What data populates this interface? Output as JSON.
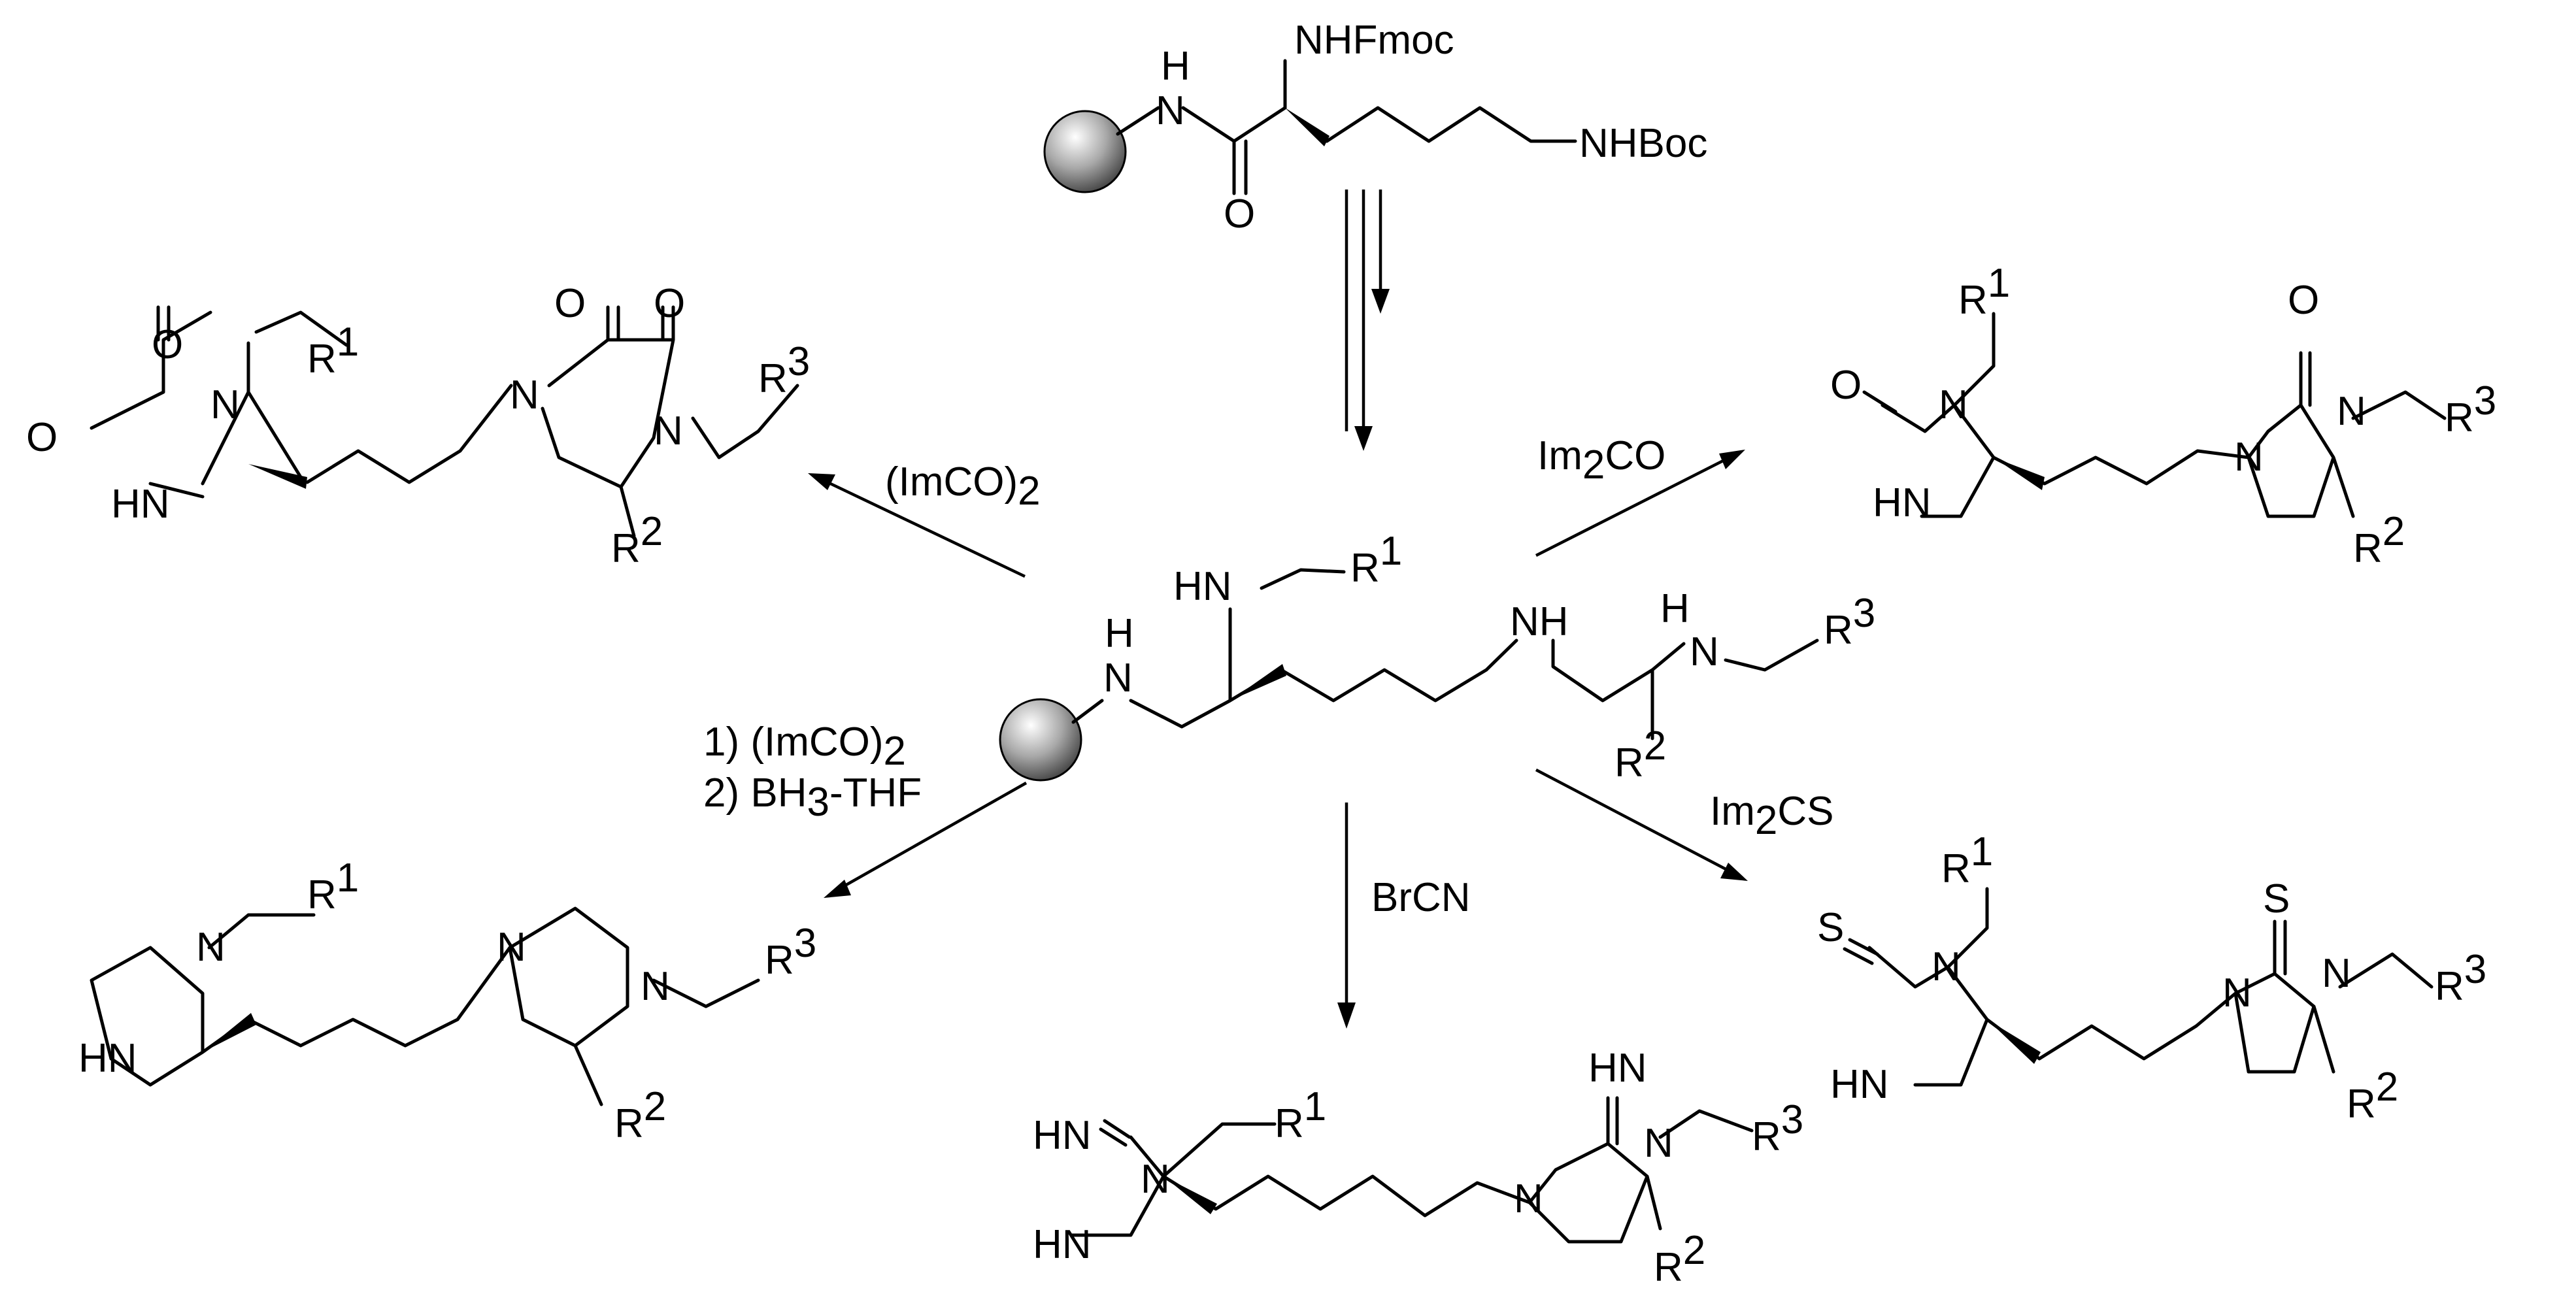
{
  "colors": {
    "ink": "#000000",
    "bead_light": "#ffffff",
    "bead_dark": "#4a4a4a",
    "background": "#ffffff"
  },
  "icons": {
    "resin": "resin-bead-icon"
  },
  "start": {
    "nh": "H",
    "nhfmoc": "NHFmoc",
    "nhboc": "NHBoc",
    "o": "O"
  },
  "center": {
    "nh_resin": "H",
    "n_resin": "N",
    "hn1": "HN",
    "r1": "R",
    "r1_sup": "1",
    "nh_mid": "NH",
    "nh2_h": "H",
    "nh2_n": "N",
    "r3": "R",
    "r3_sup": "3",
    "r2": "R",
    "r2_sup": "2"
  },
  "reagents": {
    "top_left": {
      "a": "(ImCO)",
      "sub": "2"
    },
    "top_right": {
      "a": "Im",
      "sub": "2",
      "b": "CO"
    },
    "bottom_left_line1": {
      "a": "1) (ImCO)",
      "sub": "2"
    },
    "bottom_left_line2": {
      "a": "2) BH",
      "sub": "3",
      "b": "-THF"
    },
    "bottom_center": "BrCN",
    "bottom_right": {
      "a": "Im",
      "sub": "2",
      "b": "CS"
    }
  },
  "products": {
    "diketopiperazine": {
      "o": "O",
      "n": "N",
      "hn": "HN",
      "r": "R",
      "s1": "1",
      "s2": "2",
      "s3": "3"
    },
    "imidazolidinone": {
      "o": "O",
      "n": "N",
      "hn": "HN",
      "r": "R",
      "s1": "1",
      "s2": "2",
      "s3": "3"
    },
    "piperazine": {
      "n": "N",
      "hn": "HN",
      "r": "R",
      "s1": "1",
      "s2": "2",
      "s3": "3"
    },
    "iminoimidazolidine": {
      "hn": "HN",
      "n": "N",
      "r": "R",
      "s1": "1",
      "s2": "2",
      "s3": "3"
    },
    "imidazolidinethione": {
      "s": "S",
      "n": "N",
      "hn": "HN",
      "r": "R",
      "s1": "1",
      "s2": "2",
      "s3": "3"
    }
  }
}
